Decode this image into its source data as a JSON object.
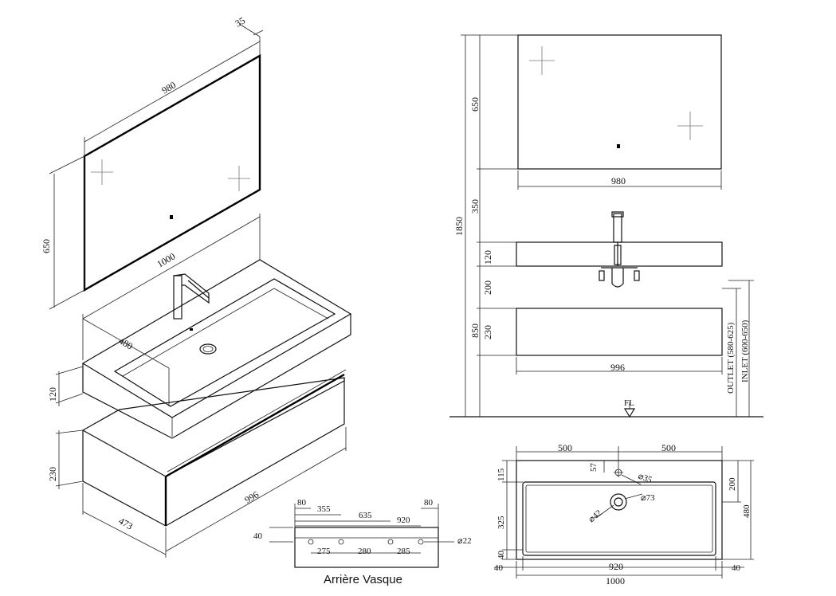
{
  "iso": {
    "mirror_depth": "35",
    "mirror_width": "980",
    "mirror_height": "650",
    "basin_width": "1000",
    "basin_depth": "480",
    "basin_height": "120",
    "drawer_height": "230",
    "drawer_depth": "473",
    "drawer_width": "996"
  },
  "elevation": {
    "mirror_height": "650",
    "mirror_width": "980",
    "gap_mirror_basin": "350",
    "total_height": "1850",
    "basin_thickness": "120",
    "gap_basin_drawer": "200",
    "drawer_height": "230",
    "floor_to_basin": "850",
    "drawer_width": "996",
    "outlet": "OUTLET (580-625)",
    "inlet": "INLET (600-650)",
    "floor_label": "FL"
  },
  "rear": {
    "d80_left": "80",
    "d355": "355",
    "d635": "635",
    "d920": "920",
    "d80_right": "80",
    "d40": "40",
    "d275": "275",
    "d280": "280",
    "d285": "285",
    "d22": "⌀22",
    "caption": "Arrière Vasque"
  },
  "plan": {
    "half_left": "500",
    "half_right": "500",
    "d115": "115",
    "d57": "57",
    "tap_hole": "⌀35",
    "d200": "200",
    "drain_outer": "⌀73",
    "drain_inner": "⌀42",
    "d325": "325",
    "d480": "480",
    "d40_left": "40",
    "d40_bottom": "40",
    "inner_width": "920",
    "d40_right": "40",
    "total_width": "1000"
  }
}
